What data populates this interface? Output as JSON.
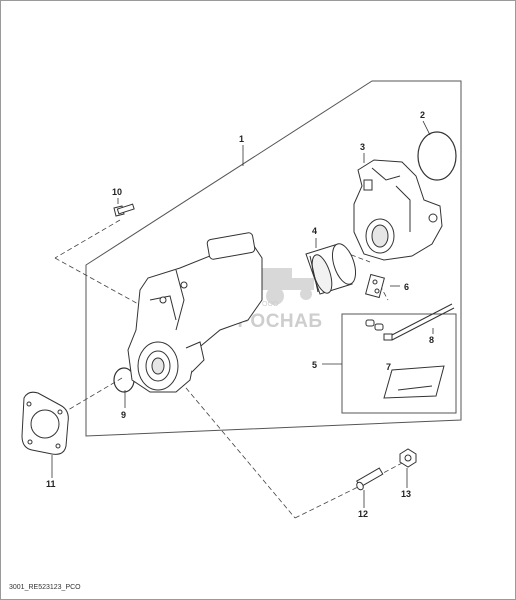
{
  "callouts": {
    "c1": "1",
    "c2": "2",
    "c3": "3",
    "c4": "4",
    "c5": "5",
    "c6": "6",
    "c7": "7",
    "c8": "8",
    "c9": "9",
    "c10": "10",
    "c11": "11",
    "c12": "12",
    "c13": "13"
  },
  "watermark": {
    "company": "ООО",
    "brand": "АГРОСНАБ"
  },
  "footer": {
    "code": "3001_RE523123_PCO"
  }
}
